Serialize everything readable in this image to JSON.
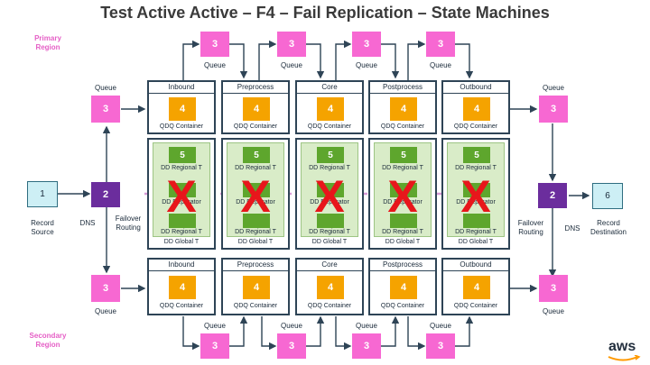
{
  "title": "Test Active Active – F4 – Fail Replication – State Machines",
  "regions": {
    "primary": "Primary\nRegion",
    "secondary": "Secondary\nRegion"
  },
  "source": {
    "num": "1",
    "label": "Record\nSource"
  },
  "dns_left": {
    "num": "2",
    "label": "DNS",
    "routing": "Failover\nRouting"
  },
  "dns_right": {
    "num": "2",
    "label": "DNS",
    "routing": "Failover\nRouting"
  },
  "destination": {
    "num": "6",
    "label": "Record\nDestination"
  },
  "queue_label": "Queue",
  "queue_num": "3",
  "container_num": "4",
  "container_label": "QDQ Container",
  "stages": [
    "Inbound",
    "Preprocess",
    "Core",
    "Postprocess",
    "Outbound"
  ],
  "dd": {
    "num": "5",
    "regional": "DD Regional T",
    "replicator": "DD Replicator",
    "global": "DD Global T",
    "failed_mark": "X"
  },
  "logo": "aws",
  "colors": {
    "queue": "#f768d2",
    "container": "#f5a300",
    "dd": "#5ea62d",
    "dns": "#6b2d9d",
    "endpoint": "#cdeff5",
    "failure": "#e8161b",
    "region": "#e55fc6"
  }
}
